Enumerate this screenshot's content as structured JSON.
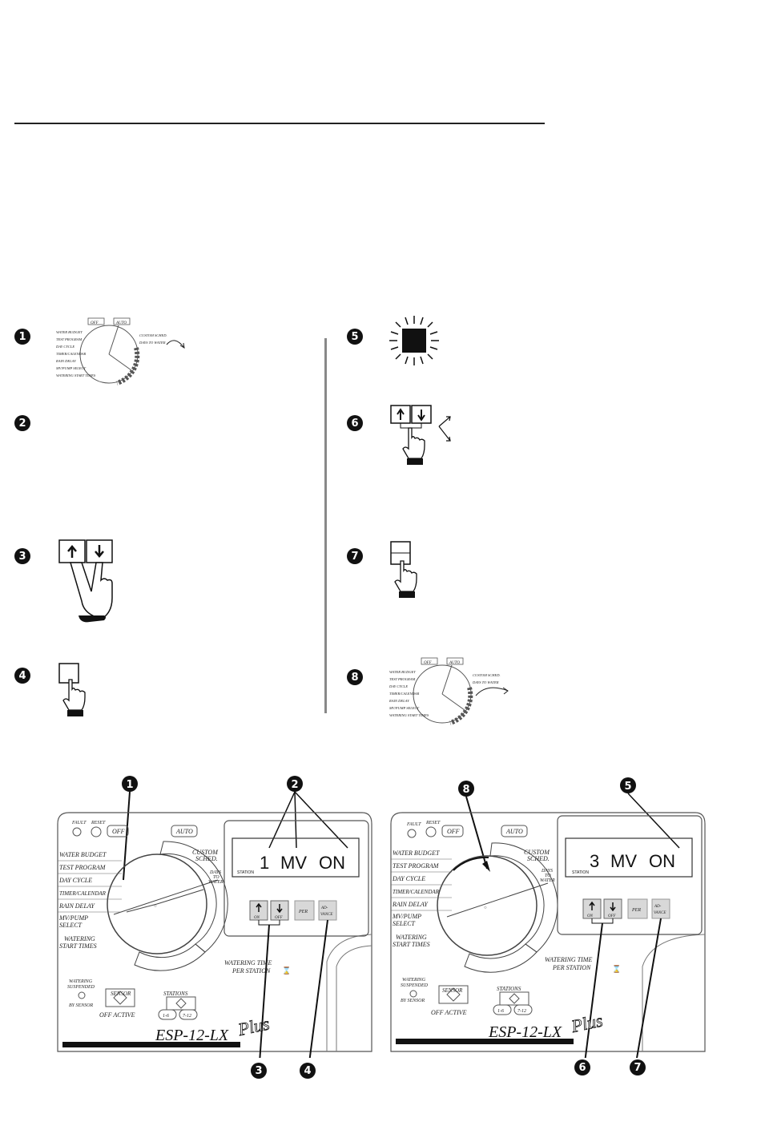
{
  "steps": {
    "s1": "1",
    "s2": "2",
    "s3": "3",
    "s4": "4",
    "s5": "5",
    "s6": "6",
    "s7": "7",
    "s8": "8"
  },
  "dial_labels": {
    "off": "OFF",
    "auto": "AUTO",
    "water_budget": "WATER BUDGET",
    "test_program": "TEST PROGRAM",
    "day_cycle": "DAY CYCLE",
    "timer_calendar": "TIMER/CALENDAR",
    "rain_delay": "RAIN DELAY",
    "mv_select": "MV/PUMP SELECT",
    "watering_start_times": "WATERING START TIMES",
    "custom_sched": "CUSTOM SCHED.",
    "days_to_water": "DAYS TO WATER"
  },
  "panel_left": {
    "fault": "FAULT",
    "reset": "RESET",
    "off": "OFF",
    "auto": "AUTO",
    "water_budget": "WATER BUDGET",
    "test_program": "TEST PROGRAM",
    "day_cycle": "DAY CYCLE",
    "timer_calendar": "TIMER/CALENDAR",
    "rain_delay": "RAIN DELAY",
    "mv_select_1": "MV/PUMP",
    "mv_select_2": "SELECT",
    "start_times_1": "WATERING",
    "start_times_2": "START TIMES",
    "custom_1": "CUSTOM",
    "custom_2": "SCHED.",
    "days_1": "DAYS",
    "days_2": "TO",
    "days_3": "WATER",
    "lcd_num": "1",
    "lcd_mv": "MV",
    "lcd_on": "ON",
    "lcd_small": "STATION",
    "btn_on": "ON",
    "btn_off": "OFF",
    "btn_per": "PER",
    "btn_adv_1": "AD-",
    "btn_adv_2": "VANCE",
    "watering_time_1": "WATERING TIME",
    "watering_time_2": "PER STATION",
    "suspended_1": "WATERING",
    "suspended_2": "SUSPENDED",
    "suspended_3": "BY SENSOR",
    "sensor": "SENSOR",
    "off_active": "OFF ACTIVE",
    "stations": "STATIONS",
    "st1": "1-6",
    "st2": "7-12",
    "model": "ESP-12-LX",
    "plus": "Plus"
  },
  "panel_right": {
    "fault": "FAULT",
    "reset": "RESET",
    "off": "OFF",
    "auto": "AUTO",
    "water_budget": "WATER BUDGET",
    "test_program": "TEST PROGRAM",
    "day_cycle": "DAY CYCLE",
    "timer_calendar": "TIMER/CALENDAR",
    "rain_delay": "RAIN DELAY",
    "mv_select_1": "MV/PUMP",
    "mv_select_2": "SELECT",
    "start_times_1": "WATERING",
    "start_times_2": "START TIMES",
    "custom_1": "CUSTOM",
    "custom_2": "SCHED.",
    "days_1": "DAYS",
    "days_2": "TO",
    "days_3": "WATER",
    "lcd_num": "3",
    "lcd_mv": "MV",
    "lcd_on": "ON",
    "lcd_small": "STATION",
    "btn_on": "ON",
    "btn_off": "OFF",
    "btn_per": "PER",
    "btn_adv_1": "AD-",
    "btn_adv_2": "VANCE",
    "watering_time_1": "WATERING TIME",
    "watering_time_2": "PER STATION",
    "suspended_1": "WATERING",
    "suspended_2": "SUSPENDED",
    "suspended_3": "BY SENSOR",
    "sensor": "SENSOR",
    "off_active": "OFF ACTIVE",
    "stations": "STATIONS",
    "st1": "1-6",
    "st2": "7-12",
    "model": "ESP-12-LX",
    "plus": "Plus"
  },
  "colors": {
    "ink": "#111111",
    "panel_line": "#444444",
    "button_fill": "#d8d8d8"
  }
}
